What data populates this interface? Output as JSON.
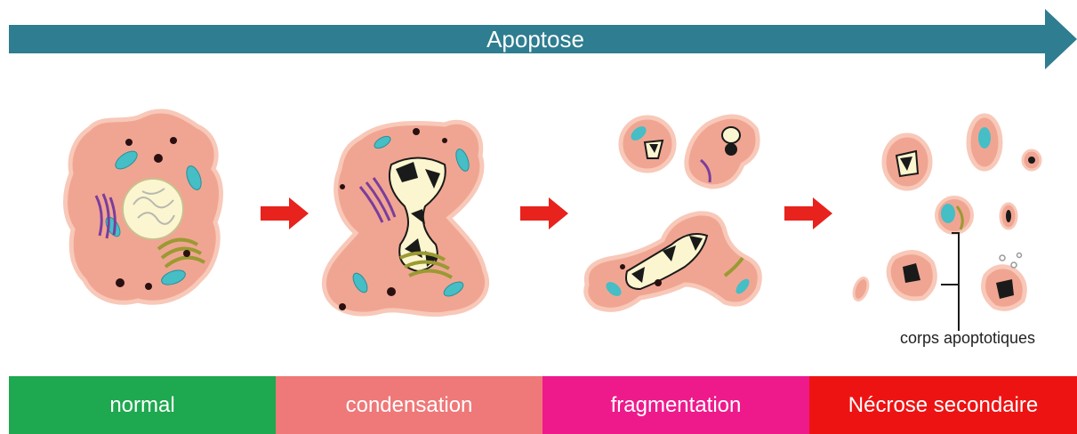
{
  "banner": {
    "label": "Apoptose",
    "color": "#2e7d90"
  },
  "annotation": {
    "label": "corps apoptotiques"
  },
  "stages": [
    {
      "label": "normal",
      "color": "#1ea84f"
    },
    {
      "label": "condensation",
      "color": "#ef7878"
    },
    {
      "label": "fragmentation",
      "color": "#ee1a8c"
    },
    {
      "label": "Nécrose secondaire",
      "color": "#ee1313"
    }
  ],
  "arrow_color": "#e8221d",
  "cell_colors": {
    "membrane": "#f0aa97",
    "cytoplasm": "#f7a994",
    "mitochondria": "#45bec6",
    "golgi": "#7a3d9c",
    "er": "#9a9a32",
    "chromatin": "#1a1a1a",
    "nucleus": "#fbf6cf"
  }
}
